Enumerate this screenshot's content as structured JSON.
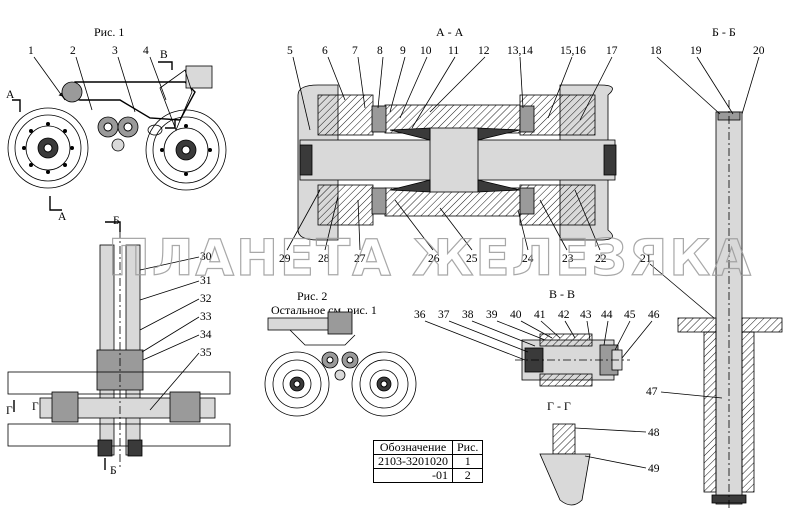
{
  "figure_titles": {
    "fig1": "Рис. 1",
    "section_aa": "А - А",
    "section_bb": "Б - Б",
    "fig2": "Рис. 2",
    "fig2_note": "Остальное см. рис. 1",
    "section_vv": "В - В",
    "section_gg": "Г - Г"
  },
  "cut_marks": {
    "a_left": "А",
    "a_bottom": "А",
    "v_top": "В",
    "b_top": "Б",
    "b_bottom": "Б",
    "g_left": "Г",
    "g_left2": "Г"
  },
  "callouts": {
    "c1": "1",
    "c2": "2",
    "c3": "3",
    "c4": "4",
    "c5": "5",
    "c6": "6",
    "c7": "7",
    "c8": "8",
    "c9": "9",
    "c10": "10",
    "c11": "11",
    "c12": "12",
    "c13_14": "13,14",
    "c15_16": "15,16",
    "c17": "17",
    "c18": "18",
    "c19": "19",
    "c20": "20",
    "c21": "21",
    "c22": "22",
    "c23": "23",
    "c24": "24",
    "c25": "25",
    "c26": "26",
    "c27": "27",
    "c28": "28",
    "c29": "29",
    "c30": "30",
    "c31": "31",
    "c32": "32",
    "c33": "33",
    "c34": "34",
    "c35": "35",
    "c36": "36",
    "c37": "37",
    "c38": "38",
    "c39": "39",
    "c40": "40",
    "c41": "41",
    "c42": "42",
    "c43": "43",
    "c44": "44",
    "c45": "45",
    "c46": "46",
    "c47": "47",
    "c48": "48",
    "c49": "49"
  },
  "watermark": "ПЛАНЕТА ЖЕЛЕЗЯКА",
  "table": {
    "header_designation": "Обозначение",
    "header_fig": "Рис.",
    "rows": [
      {
        "designation": "2103-3201020",
        "fig": "1"
      },
      {
        "designation": "-01",
        "fig": "2"
      }
    ]
  }
}
